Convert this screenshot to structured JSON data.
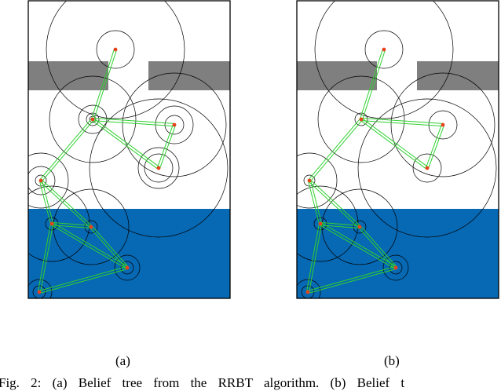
{
  "figure": {
    "colors": {
      "free_space": "#ffffff",
      "obstacle": "#7f7f7f",
      "region": "#0768b3",
      "edge": "#2fd12f",
      "node": "#e8421c",
      "covariance": "#000000",
      "border": "#000000"
    },
    "panels": [
      {
        "label": "(a)",
        "nodes": [
          {
            "id": "n1",
            "circles": 2
          },
          {
            "id": "n2",
            "circles": 4
          },
          {
            "id": "n3",
            "circles": 3
          },
          {
            "id": "n4",
            "circles": 3
          },
          {
            "id": "n5",
            "circles": 3
          },
          {
            "id": "n6",
            "circles": 2
          },
          {
            "id": "n7",
            "circles": 2
          },
          {
            "id": "n8",
            "circles": 2
          },
          {
            "id": "n9",
            "circles": 2
          }
        ]
      },
      {
        "label": "(b)",
        "nodes": [
          {
            "id": "n1",
            "circles": 2
          },
          {
            "id": "n2",
            "circles": 2
          },
          {
            "id": "n3",
            "circles": 2
          },
          {
            "id": "n4",
            "circles": 2
          },
          {
            "id": "n5",
            "circles": 2
          },
          {
            "id": "n6",
            "circles": 2
          },
          {
            "id": "n7",
            "circles": 2
          },
          {
            "id": "n8",
            "circles": 2
          },
          {
            "id": "n9",
            "circles": 2
          }
        ]
      }
    ],
    "caption": "Fig. 2: (a) Belief tree from the RRBT algorithm. (b) Belief t"
  }
}
